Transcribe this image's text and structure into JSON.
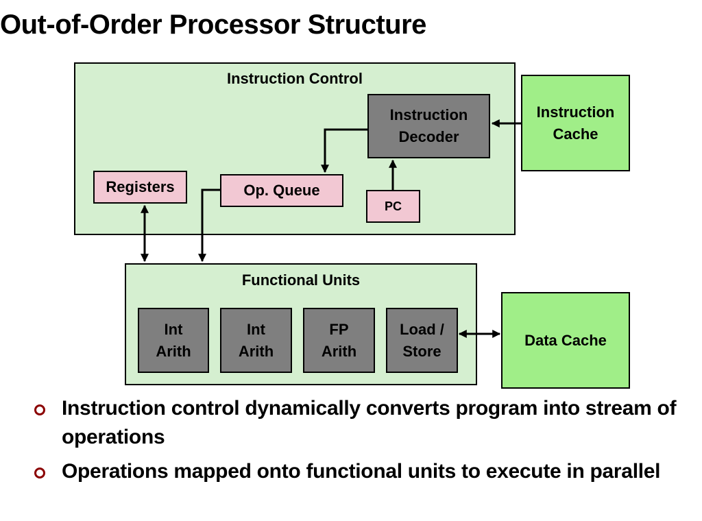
{
  "slide": {
    "title": "Out-of-Order Processor Structure"
  },
  "diagram": {
    "instruction_control": {
      "label": "Instruction Control",
      "registers": "Registers",
      "op_queue": "Op. Queue",
      "pc": "PC",
      "instruction_decoder": "Instruction\nDecoder"
    },
    "instruction_cache": "Instruction\nCache",
    "functional_units": {
      "label": "Functional Units",
      "units": [
        "Int\nArith",
        "Int\nArith",
        "FP\nArith",
        "Load /\nStore"
      ]
    },
    "data_cache": "Data Cache",
    "colors": {
      "container_fill": "#d5efd0",
      "cache_fill": "#a0ee88",
      "small_box_fill": "#f2c8d3",
      "unit_fill": "#7f7f7f",
      "bullet_color": "#8b0000"
    }
  },
  "bullets": [
    "Instruction control dynamically converts program into stream of operations",
    "Operations mapped onto functional units to execute in parallel"
  ]
}
